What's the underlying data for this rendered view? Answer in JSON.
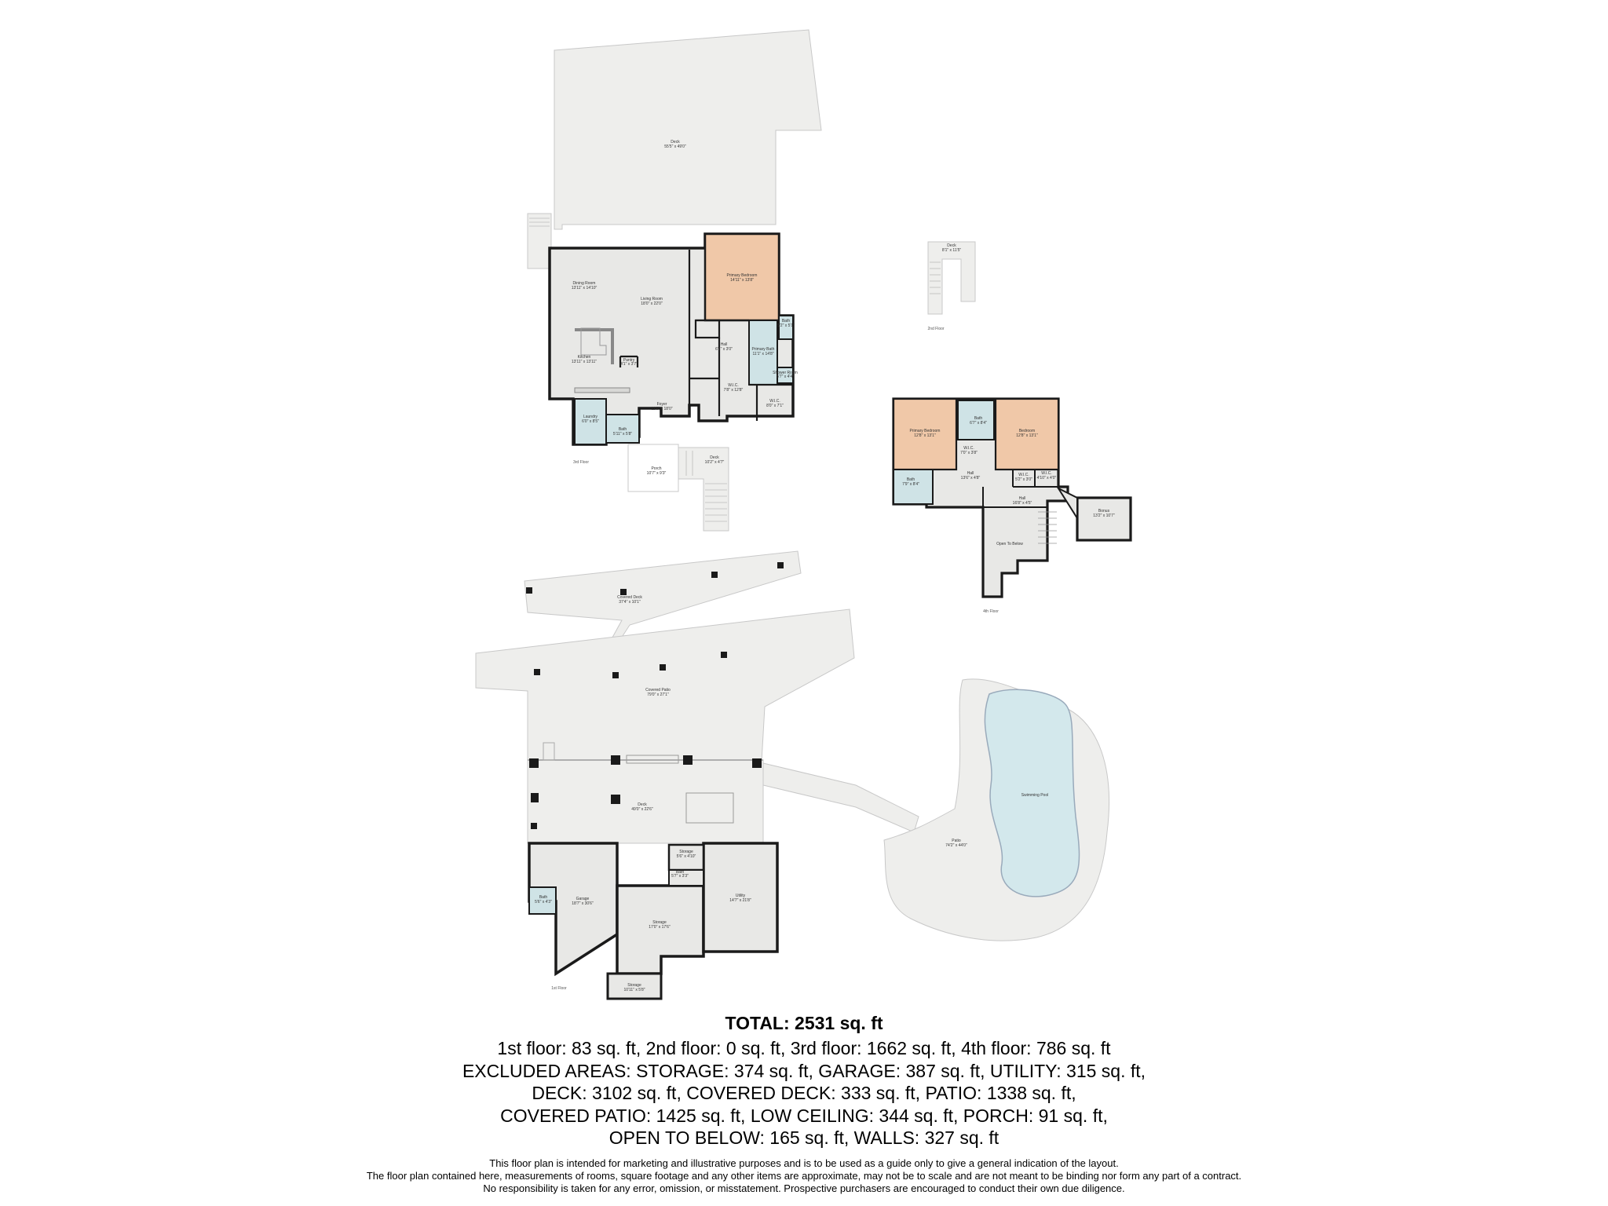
{
  "rooms": {
    "deck_top": {
      "name": "Deck",
      "dims": "55'5\" x 49'0\""
    },
    "dining": {
      "name": "Dining Room",
      "dims": "13'11\" x 14'10\""
    },
    "living": {
      "name": "Living Room",
      "dims": "18'0\" x 22'0\""
    },
    "primary_bed": {
      "name": "Primary Bedroom",
      "dims": "14'11\" x 13'8\""
    },
    "kitchen": {
      "name": "Kitchen",
      "dims": "13'11\" x 13'11\""
    },
    "pantry": {
      "name": "Pantry",
      "dims": "4'1\" x 3'7\""
    },
    "hall3": {
      "name": "Hall",
      "dims": "6'1\" x 3'0\""
    },
    "primary_bath": {
      "name": "Primary Bath",
      "dims": "11'1\" x 14'8\""
    },
    "bath_small": {
      "name": "Bath",
      "dims": "5'2\" x 5'1\""
    },
    "shower_room": {
      "name": "Shower Room",
      "dims": "5'7\" x 4'4\""
    },
    "wic1": {
      "name": "W.I.C.",
      "dims": "7'8\" x 12'8\""
    },
    "wic2": {
      "name": "W.I.C.",
      "dims": "8'0\" x 7'1\""
    },
    "laundry": {
      "name": "Laundry",
      "dims": "6'0\" x 8'5\""
    },
    "bath3": {
      "name": "Bath",
      "dims": "5'11\" x 5'8\""
    },
    "foyer": {
      "name": "Foyer",
      "dims": "11'0\" x 18'0\""
    },
    "porch": {
      "name": "Porch",
      "dims": "10'7\" x 9'3\""
    },
    "deck_small": {
      "name": "Deck",
      "dims": "10'2\" x 4'7\""
    },
    "deck_2nd": {
      "name": "Deck",
      "dims": "8'1\" x 11'5\""
    },
    "primary_bed4": {
      "name": "Primary Bedroom",
      "dims": "12'8\" x 13'1\""
    },
    "bath4": {
      "name": "Bath",
      "dims": "7'9\" x 8'4\""
    },
    "bedroom4": {
      "name": "Bedroom",
      "dims": "12'8\" x 13'1\""
    },
    "wic4a": {
      "name": "W.I.C.",
      "dims": "7'0\" x 3'8\""
    },
    "hall4a": {
      "name": "Hall",
      "dims": "13'6\" x 4'8\""
    },
    "wic4b": {
      "name": "W.I.C.",
      "dims": "5'2\" x 3'0\""
    },
    "wic4c": {
      "name": "W.I.C.",
      "dims": "4'10\" x 4'0\""
    },
    "bath4b": {
      "name": "Bath",
      "dims": "6'7\" x 8'4\""
    },
    "hall4b": {
      "name": "Hall",
      "dims": "16'8\" x 4'5\""
    },
    "bonus": {
      "name": "Bonus",
      "dims": "13'2\" x 10'7\""
    },
    "open_below": {
      "name": "Open To Below",
      "dims": ""
    },
    "covered_deck": {
      "name": "Covered Deck",
      "dims": "37'4\" x 10'1\""
    },
    "covered_patio": {
      "name": "Covered Patio",
      "dims": "79'0\" x 27'1\""
    },
    "deck_1st": {
      "name": "Deck",
      "dims": "49'0\" x 22'6\""
    },
    "pool": {
      "name": "Swimming Pool",
      "dims": ""
    },
    "patio": {
      "name": "Patio",
      "dims": "74'2\" x 44'0\""
    },
    "garage": {
      "name": "Garage",
      "dims": "18'7\" x 30'6\""
    },
    "storage_a": {
      "name": "Storage",
      "dims": "5'6\" x 4'10\""
    },
    "bath1": {
      "name": "Bath",
      "dims": "5'7\" x 3'3\""
    },
    "utility": {
      "name": "Utility",
      "dims": "14'7\" x 21'8\""
    },
    "storage_b": {
      "name": "Storage",
      "dims": "17'0\" x 17'6\""
    },
    "storage_c": {
      "name": "Storage",
      "dims": "10'11\" x 5'8\""
    },
    "bath_g": {
      "name": "Bath",
      "dims": "5'6\" x 4'3\""
    }
  },
  "floor_labels": {
    "third": "3rd Floor",
    "second": "2nd Floor",
    "fourth": "4th Floor",
    "first": "1st Floor"
  },
  "summary": {
    "total": "TOTAL: 2531 sq. ft",
    "lines": [
      "1st floor: 83 sq. ft, 2nd floor: 0 sq. ft, 3rd floor: 1662 sq. ft, 4th floor: 786 sq. ft",
      "EXCLUDED AREAS: STORAGE: 374 sq. ft, GARAGE: 387 sq. ft, UTILITY: 315 sq. ft,",
      "DECK: 3102 sq. ft, COVERED DECK: 333 sq. ft, PATIO: 1338 sq. ft,",
      "COVERED PATIO: 1425 sq. ft, LOW CEILING: 344 sq. ft, PORCH: 91 sq. ft,",
      "OPEN TO BELOW: 165 sq. ft, WALLS: 327 sq. ft"
    ]
  },
  "disclaimer": [
    "This floor plan is intended for marketing and illustrative purposes and is to be used as a guide only to give a general indication of the layout.",
    "The floor plan contained here, measurements of rooms, square footage and any other items are approximate, may not be to scale and are not meant to be binding nor form any part of a contract.",
    "No responsibility is taken for any error, omission, or misstatement. Prospective purchasers are encouraged to conduct their own due diligence."
  ],
  "colors": {
    "room_fill": "#e8e8e6",
    "deck_fill": "#eeeeec",
    "bedroom_fill": "#f0c8a8",
    "bath_fill": "#cfe3e6",
    "pool_fill": "#d3e8ec",
    "wall": "#1a1a1a"
  }
}
